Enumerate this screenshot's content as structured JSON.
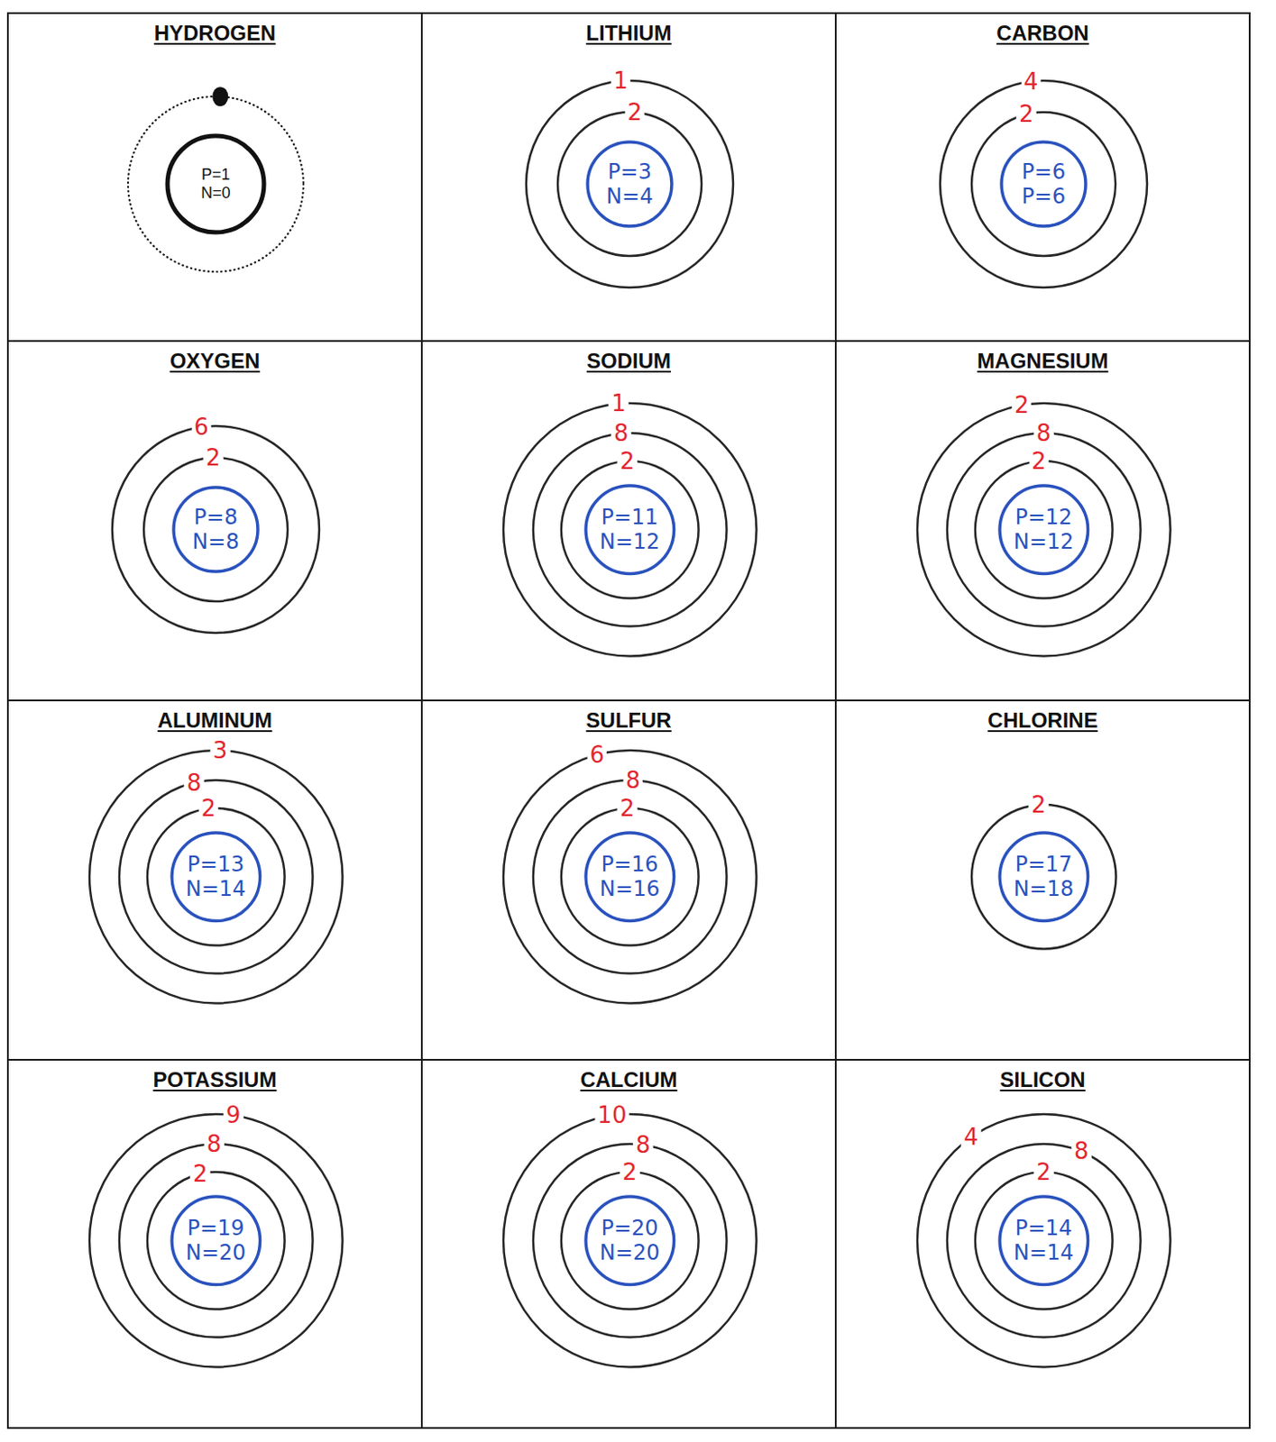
{
  "diagram": {
    "nodes": [
      {
        "text": [
          "HYDROGEN"
        ]
      },
      {
        "text": [
          "P=1",
          "N=0"
        ],
        "in": 0
      },
      {
        "text": [
          "LITHIUM"
        ]
      },
      {
        "text": [
          "1"
        ],
        "in": 2
      },
      {
        "text": [
          "2"
        ],
        "in": 3
      },
      {
        "text": [
          "P=3",
          "N=4"
        ],
        "in": 4
      },
      {
        "text": [
          "CARBON"
        ]
      },
      {
        "text": [
          "4"
        ],
        "in": 6
      },
      {
        "text": [
          "2"
        ],
        "in": 7
      },
      {
        "text": [
          "P=6",
          "P=6"
        ],
        "in": 8
      },
      {
        "text": [
          "OXYGEN"
        ]
      },
      {
        "text": [
          "6"
        ],
        "in": 10
      },
      {
        "text": [
          "2"
        ],
        "in": 11
      },
      {
        "text": [
          "P=8",
          "N=8"
        ],
        "in": 12
      },
      {
        "text": [
          "SODIUM"
        ]
      },
      {
        "text": [
          "1"
        ],
        "in": 14
      },
      {
        "text": [
          "8"
        ],
        "in": 15
      },
      {
        "text": [
          "2"
        ],
        "in": 16
      },
      {
        "text": [
          "P=11",
          "N=12"
        ],
        "in": 17
      },
      {
        "text": [
          "MAGNESIUM"
        ]
      },
      {
        "text": [
          "2"
        ],
        "in": 19
      },
      {
        "text": [
          "8"
        ],
        "in": 20
      },
      {
        "text": [
          "2"
        ],
        "in": 21
      },
      {
        "text": [
          "P=12",
          "N=12"
        ],
        "in": 22
      },
      {
        "text": [
          "ALUMINUM"
        ]
      },
      {
        "text": [
          "3"
        ],
        "in": 24
      },
      {
        "text": [
          "8"
        ],
        "in": 25
      },
      {
        "text": [
          "2"
        ],
        "in": 26
      },
      {
        "text": [
          "P=13",
          "N=14"
        ],
        "in": 27
      },
      {
        "text": [
          "SULFUR"
        ]
      },
      {
        "text": [
          "6"
        ],
        "in": 29
      },
      {
        "text": [
          "8"
        ],
        "in": 30
      },
      {
        "text": [
          "2"
        ],
        "in": 31
      },
      {
        "text": [
          "P=16",
          "N=16"
        ],
        "in": 32
      },
      {
        "text": [
          "CHLORINE"
        ]
      },
      {
        "text": [
          "2"
        ],
        "in": 34
      },
      {
        "text": [
          "P=17",
          "N=18"
        ],
        "in": 35
      },
      {
        "text": [
          "POTASSIUM"
        ]
      },
      {
        "text": [
          "9"
        ],
        "in": 37
      },
      {
        "text": [
          "8"
        ],
        "in": 38
      },
      {
        "text": [
          "2"
        ],
        "in": 39
      },
      {
        "text": [
          "P=19",
          "N=20"
        ],
        "in": 40
      },
      {
        "text": [
          "CALCIUM"
        ]
      },
      {
        "text": [
          "10"
        ],
        "in": 42
      },
      {
        "text": [
          "8"
        ],
        "in": 43
      },
      {
        "text": [
          "2"
        ],
        "in": 44
      },
      {
        "text": [
          "P=20",
          "N=20"
        ],
        "in": 45
      },
      {
        "text": [
          "SILICON"
        ]
      },
      {
        "text": [
          "4"
        ],
        "in": 47
      },
      {
        "text": [
          "8"
        ],
        "in": 48
      },
      {
        "text": [
          "2"
        ],
        "in": 49
      },
      {
        "text": [
          "P=14",
          "N=14"
        ],
        "in": 50
      }
    ]
  }
}
